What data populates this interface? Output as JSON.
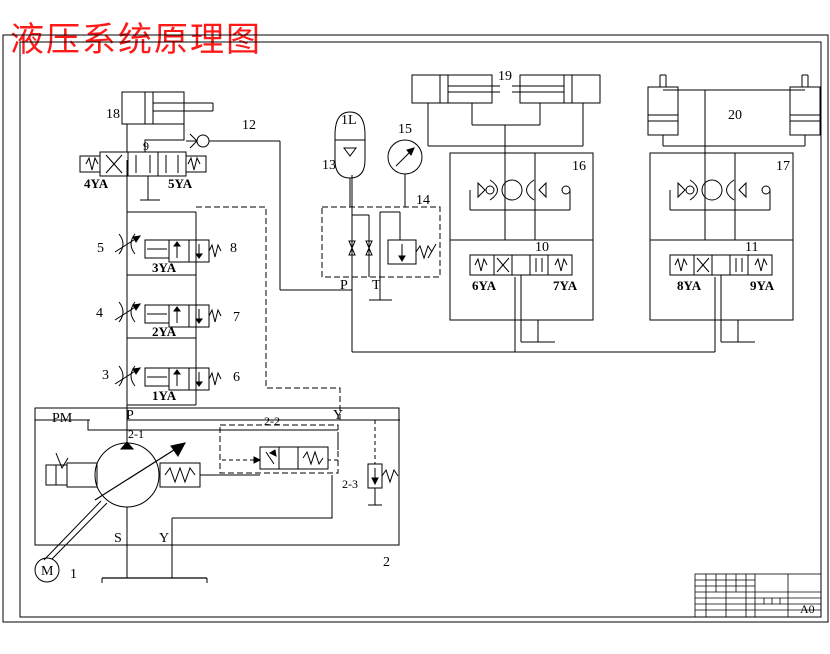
{
  "title": "液压系统原理图",
  "labels": {
    "c1": "1",
    "c2": "2",
    "c2_1": "2-1",
    "c2_2": "2-2",
    "c2_3": "2-3",
    "c3": "3",
    "c4": "4",
    "c5": "5",
    "c6": "6",
    "c7": "7",
    "c8": "8",
    "c9": "9",
    "c10": "10",
    "c11": "11",
    "c12": "12",
    "c13": "13",
    "c14": "14",
    "c15": "15",
    "c16": "16",
    "c17": "17",
    "c18": "18",
    "c19": "19",
    "c20": "20",
    "c1L": "1L",
    "ya1": "1YA",
    "ya2": "2YA",
    "ya3": "3YA",
    "ya4": "4YA",
    "ya5": "5YA",
    "ya6": "6YA",
    "ya7": "7YA",
    "ya8": "8YA",
    "ya9": "9YA",
    "pm": "PM",
    "p_pump": "P",
    "y_pump": "Y",
    "s_port": "S",
    "y_port": "Y",
    "p_block": "P",
    "t_block": "T",
    "motor": "M"
  },
  "title_block": {
    "sheet": "A0"
  },
  "colors": {
    "title": "#ff1a1a",
    "line": "#000000"
  }
}
